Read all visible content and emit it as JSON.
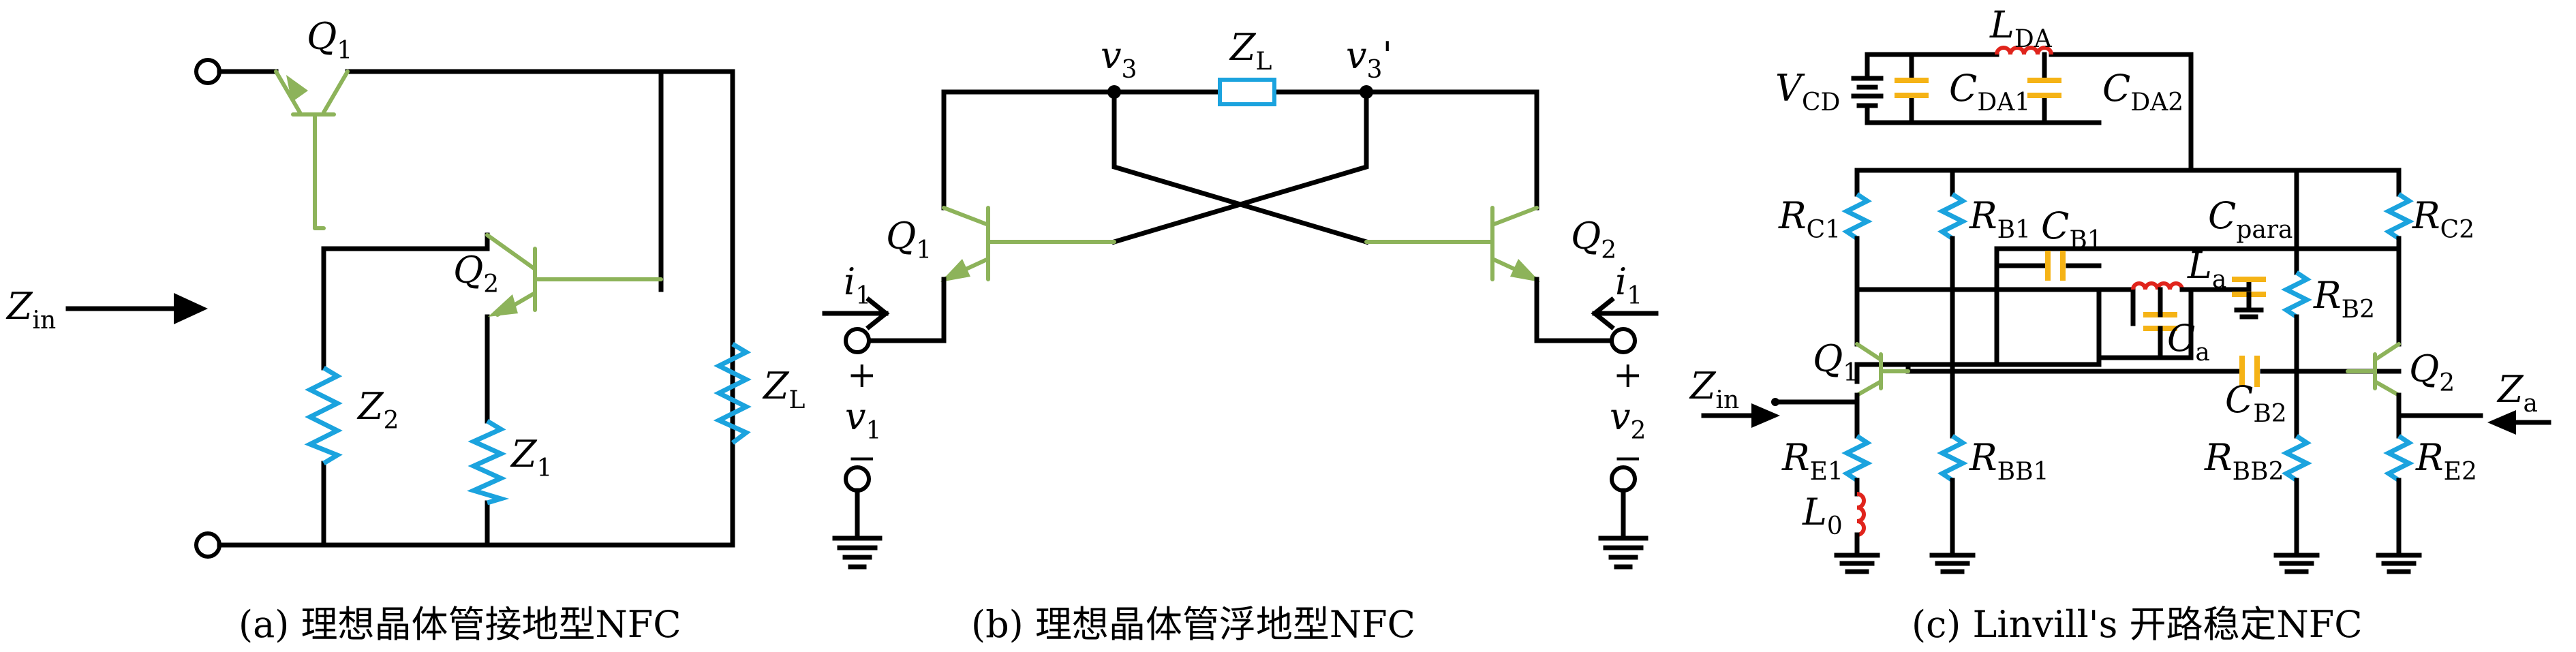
{
  "captions": {
    "a": "(a) 理想晶体管接地型NFC",
    "b": "(b) 理想晶体管浮地型NFC",
    "c": "(c) Linvill's 开路稳定NFC"
  },
  "a": {
    "Q1": "Q",
    "Q1s": "1",
    "Q2": "Q",
    "Q2s": "2",
    "Zin": "Z",
    "Zins": "in",
    "Z2": "Z",
    "Z2s": "2",
    "Z1": "Z",
    "Z1s": "1",
    "ZL": "Z",
    "ZLs": "L"
  },
  "b": {
    "v3": "v",
    "v3s": "3",
    "v3p": "v",
    "v3ps": "3",
    "prime": "'",
    "ZL": "Z",
    "ZLs": "L",
    "Q1": "Q",
    "Q1s": "1",
    "Q2": "Q",
    "Q2s": "2",
    "i1": "i",
    "i1s": "1",
    "i1r": "i",
    "i1rs": "1",
    "plus": "+",
    "minus": "−",
    "v1": "v",
    "v1s": "1",
    "v2": "v",
    "v2s": "2"
  },
  "c": {
    "VCD": "V",
    "VCDs": "CD",
    "LDA": "L",
    "LDAs": "DA",
    "CDA1": "C",
    "CDA1s": "DA1",
    "CDA2": "C",
    "CDA2s": "DA2",
    "RC1": "R",
    "RC1s": "C1",
    "RB1": "R",
    "RB1s": "B1",
    "CB1": "C",
    "CB1s": "B1",
    "Cpara": "C",
    "Cparas": "para",
    "RC2": "R",
    "RC2s": "C2",
    "La": "L",
    "Las": "a",
    "RB2": "R",
    "RB2s": "B2",
    "Ca": "C",
    "Cas": "a",
    "Zin": "Z",
    "Zins": "in",
    "Q1": "Q",
    "Q1s": "1",
    "CB2": "C",
    "CB2s": "B2",
    "Q2": "Q",
    "Q2s": "2",
    "Za": "Z",
    "Zas": "a",
    "RE1": "R",
    "RE1s": "E1",
    "RBB1": "R",
    "RBB1s": "BB1",
    "RBB2": "R",
    "RBB2s": "BB2",
    "RE2": "R",
    "RE2s": "E2",
    "L0": "L",
    "L0s": "0"
  }
}
